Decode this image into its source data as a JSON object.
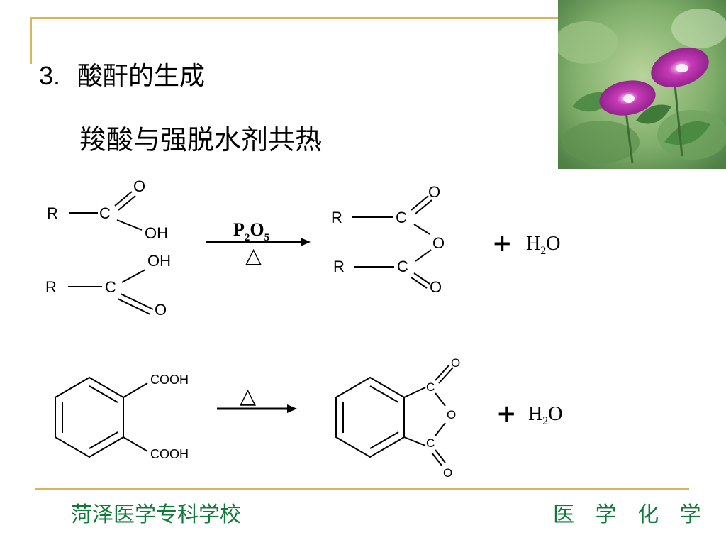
{
  "heading": {
    "number": "3.",
    "title": "酸酐的生成"
  },
  "subheading": "羧酸与强脱水剂共热",
  "reaction1": {
    "atoms": {
      "R": "R",
      "C": "C",
      "O": "O",
      "OH": "OH"
    },
    "reagent_p": "P",
    "reagent_p_sub": "2",
    "reagent_o": "O",
    "reagent_o_sub": "5",
    "heat": "△",
    "plus": "+",
    "water_h": "H",
    "water_sub": "2",
    "water_o": "O"
  },
  "reaction2": {
    "substituent": "COOH",
    "atoms": {
      "C": "C",
      "O": "O"
    },
    "heat": "△",
    "plus": "+",
    "water_h": "H",
    "water_sub": "2",
    "water_o": "O"
  },
  "footer": {
    "school": "菏泽医学专科学校",
    "course": "医 学 化 学"
  },
  "colors": {
    "accent": "#d9b45a",
    "footer_text": "#107a3a"
  }
}
